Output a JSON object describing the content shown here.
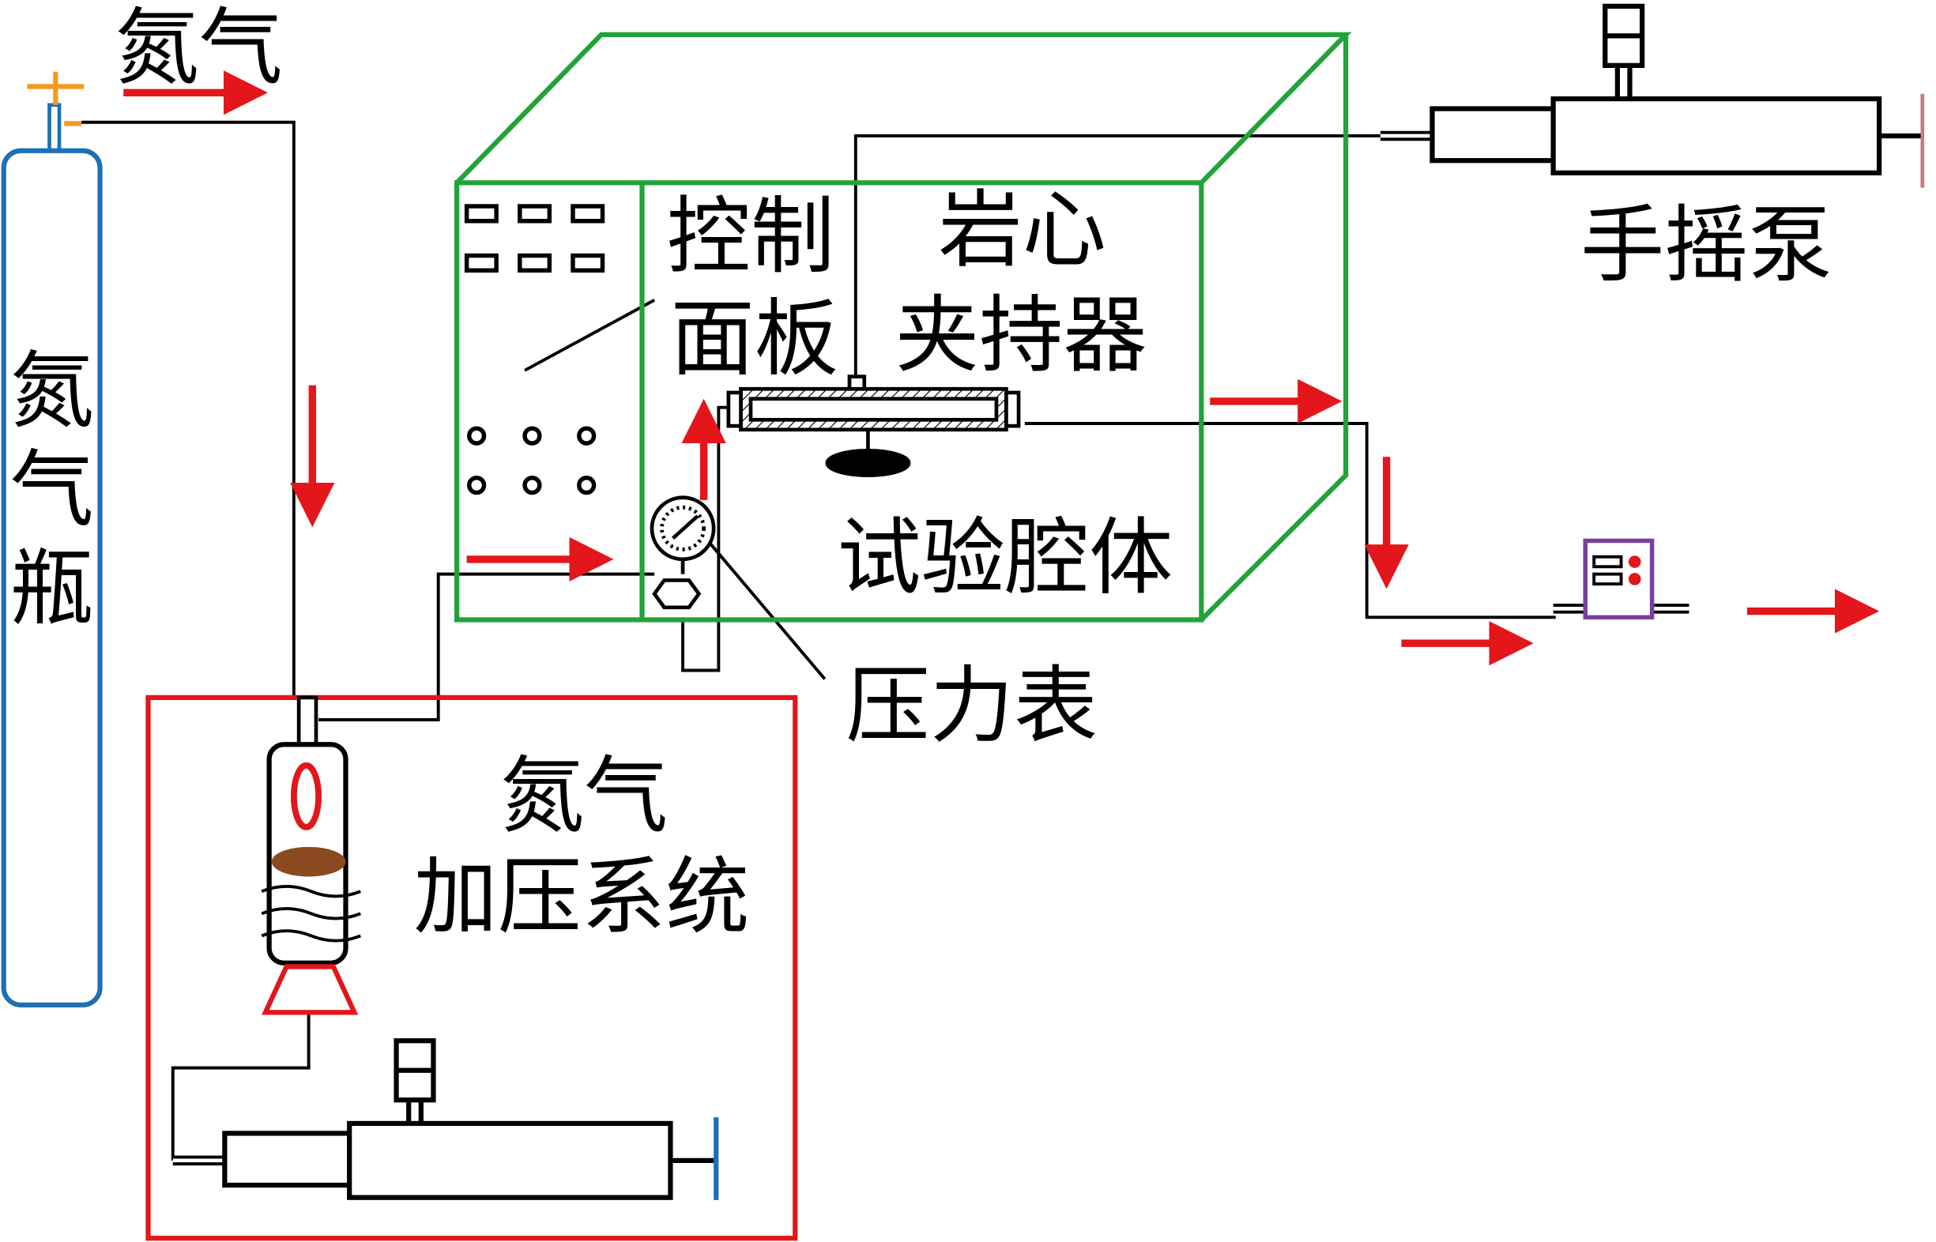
{
  "labels": {
    "nitrogen_top": "氮气",
    "cylinder": [
      "氮",
      "气",
      "瓶"
    ],
    "control_panel": [
      "控制",
      "面板"
    ],
    "core_holder": [
      "岩心",
      "夹持器"
    ],
    "hand_pump": "手摇泵",
    "test_chamber": "试验腔体",
    "pressure_gauge": "压力表",
    "pressurization_system": [
      "氮气",
      "加压系统"
    ]
  },
  "colors": {
    "arrow": "#e3161b",
    "chamber": "#22a33a",
    "pressurization_box": "#e3161b",
    "cylinder": "#1f6fb5",
    "valve": "#f39a1e",
    "piston": "#8b4a1f",
    "meter": "#7b3fa0"
  }
}
